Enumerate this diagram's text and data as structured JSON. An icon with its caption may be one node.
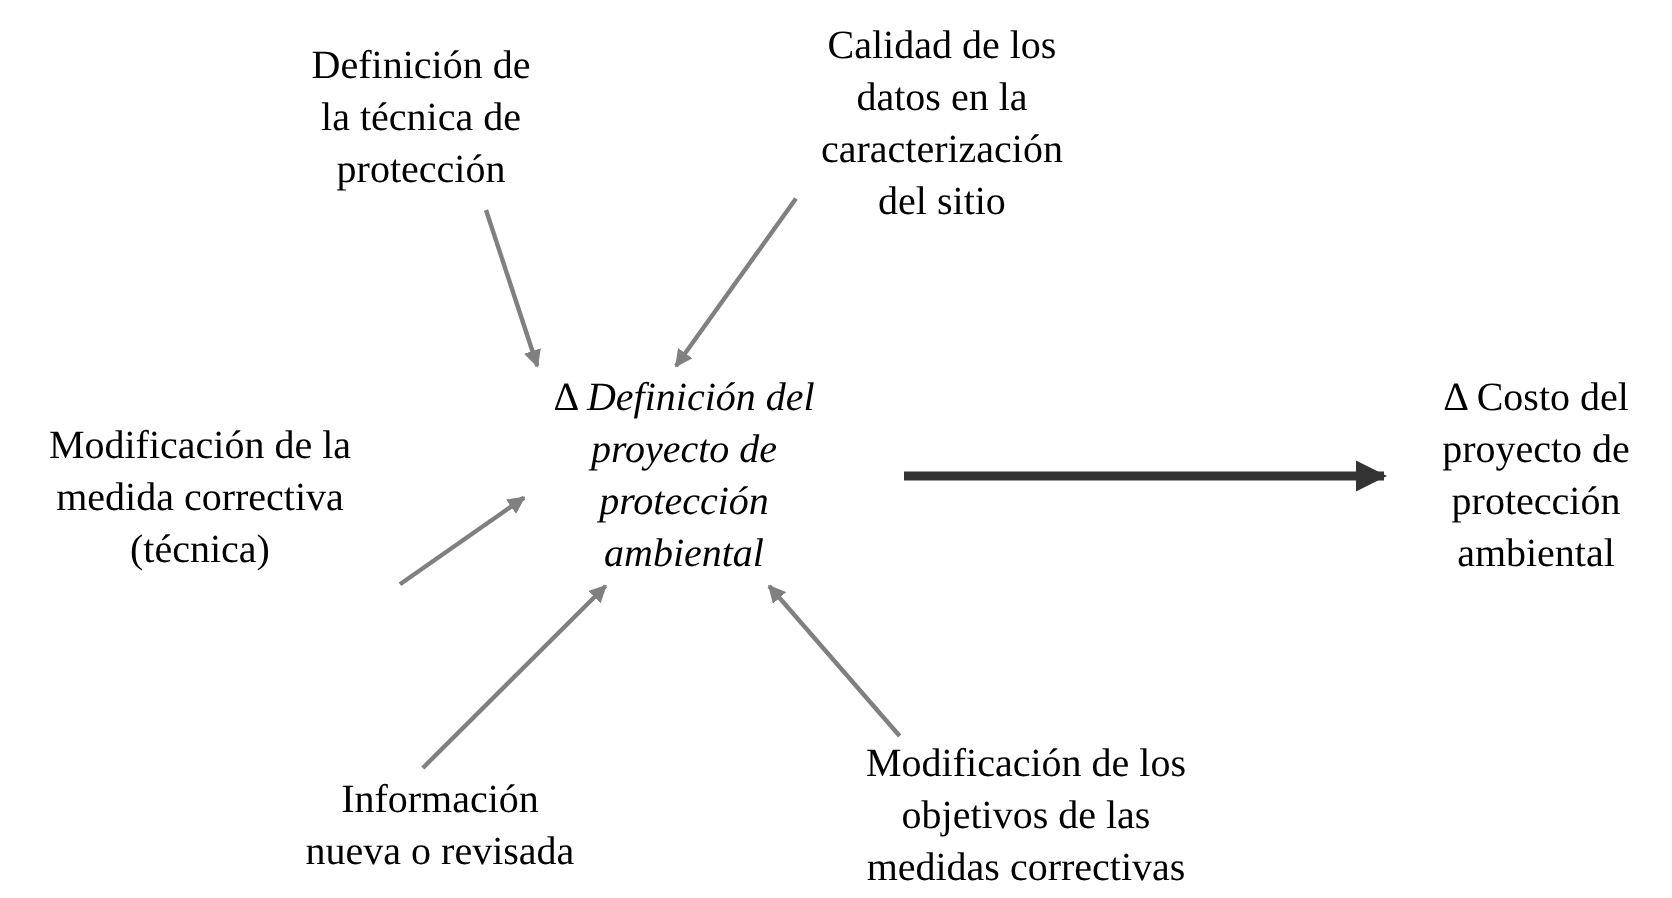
{
  "diagram": {
    "nodes": [
      {
        "text": [
          "Definición de la técnica de protección"
        ]
      },
      {
        "text": [
          "Calidad de los datos en la caracterización del sitio"
        ]
      },
      {
        "text": [
          "Δ *Definición del proyecto de protección ambiental*"
        ]
      },
      {
        "text": [
          "Modificación de la medida correctiva (técnica)"
        ]
      },
      {
        "text": [
          "Información nueva o revisada"
        ]
      },
      {
        "text": [
          "Modificación de los objetivos de las medidas correctivas"
        ]
      },
      {
        "text": [
          "Δ Costo del proyecto de protección ambiental"
        ]
      }
    ],
    "edges": [
      {
        "from": 0,
        "to": 2,
        "arrow": "to"
      },
      {
        "from": 1,
        "to": 2,
        "arrow": "to"
      },
      {
        "from": 3,
        "to": 2,
        "arrow": "to"
      },
      {
        "from": 4,
        "to": 2,
        "arrow": "to"
      },
      {
        "from": 5,
        "to": 2,
        "arrow": "to"
      },
      {
        "from": 2,
        "to": 6,
        "arrow": "to",
        "style": "thick",
        "color": "#333333"
      }
    ]
  }
}
